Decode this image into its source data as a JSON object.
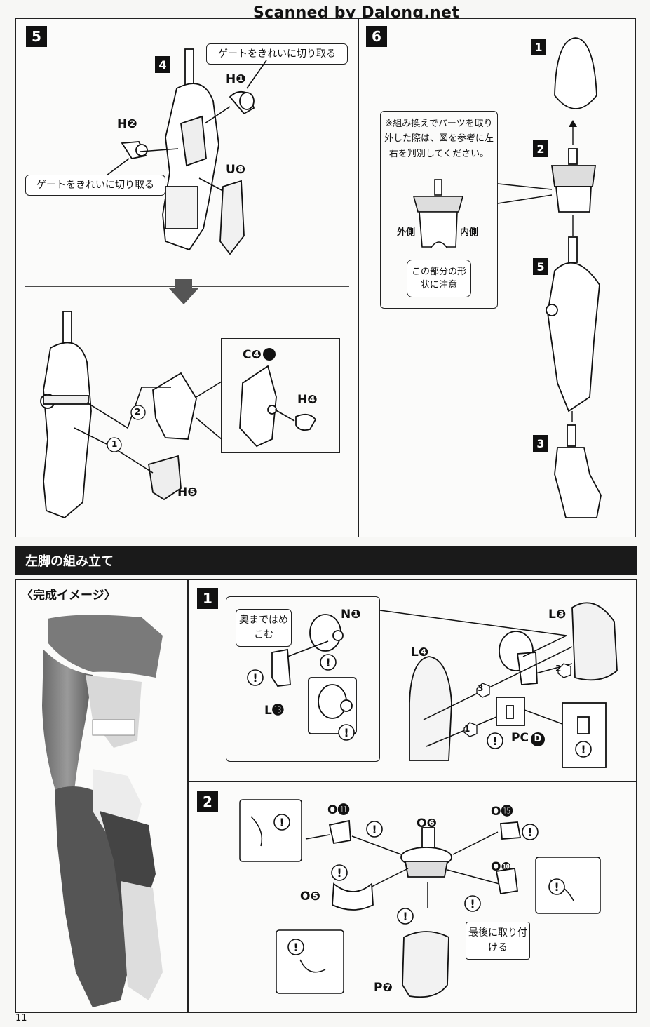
{
  "watermark": "Scanned by Dalong.net",
  "page_number": "11",
  "step5": {
    "step": "5",
    "sub_step": "4",
    "gate_note_top": "ゲートをきれいに切り取る",
    "gate_note_left": "ゲートをきれいに切り取る",
    "part_h1": "H❶",
    "part_h2": "H❷",
    "part_u8": "U❽",
    "part_c4": "C❹",
    "part_h4": "H❹",
    "part_h5": "H❺",
    "order_1": "1",
    "order_2": "2"
  },
  "step6": {
    "step": "6",
    "note": "※組み換えでパーツを取り外した際は、図を参考に左右を判別してください。",
    "outer_label": "外側",
    "inner_label": "内側",
    "shape_note": "この部分の形状に注意",
    "sub_1": "1",
    "sub_2": "2",
    "sub_5": "5",
    "sub_3": "3"
  },
  "section": {
    "title": "左脚の組み立て",
    "completion_label": "〈完成イメージ〉"
  },
  "step1": {
    "step": "1",
    "push_note": "奥まではめこむ",
    "part_n1": "N❶",
    "part_l13": "L⓭",
    "part_l3": "L❸",
    "part_l4": "L❹",
    "part_pcd": "PC",
    "pcd_letter": "D",
    "order_1": "1",
    "order_2": "2",
    "order_3": "3"
  },
  "step2": {
    "step": "2",
    "part_o11": "O⓫",
    "part_o6": "O❻",
    "part_o15": "O⓯",
    "part_o5": "O❺",
    "part_o10": "O❿",
    "part_p7": "P❼",
    "last_note": "最後に取り付ける"
  },
  "warning_glyph": "!"
}
